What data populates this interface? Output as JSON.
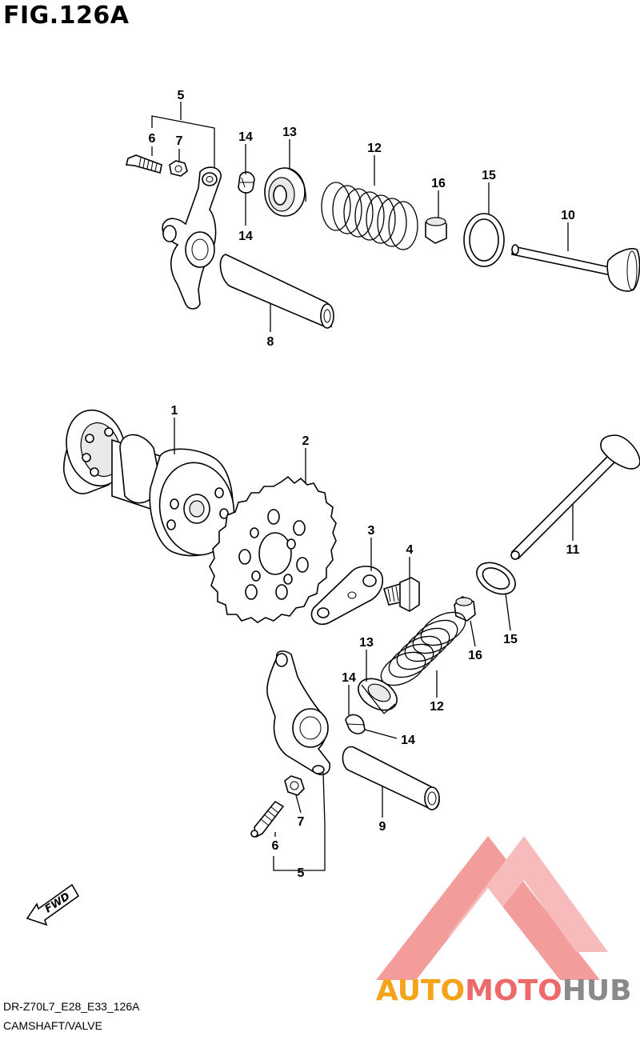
{
  "figure": {
    "title": "FIG.126A",
    "code": "DR-Z70L7_E28_E33_126A",
    "caption": "CAMSHAFT/VALVE",
    "direction_label": "FWD"
  },
  "callouts": {
    "top_5": "5",
    "top_6": "6",
    "top_7": "7",
    "top_14a": "14",
    "top_14b": "14",
    "top_13": "13",
    "top_12": "12",
    "top_16": "16",
    "top_15": "15",
    "top_10": "10",
    "top_8": "8",
    "p1": "1",
    "p2": "2",
    "p3": "3",
    "p4": "4",
    "p11": "11",
    "p15": "15",
    "p16": "16",
    "p13": "13",
    "p12": "12",
    "p14a": "14",
    "p14b": "14",
    "p9": "9",
    "p7": "7",
    "p6": "6",
    "p5": "5"
  },
  "watermark": {
    "part1": "AUTO",
    "part2": "MOTO",
    "part3": "HUB",
    "color_orange": "#f5a31a",
    "color_red": "#ec6a6a",
    "color_gray": "#8a8a8a",
    "logo_color": "#f28b8b"
  }
}
